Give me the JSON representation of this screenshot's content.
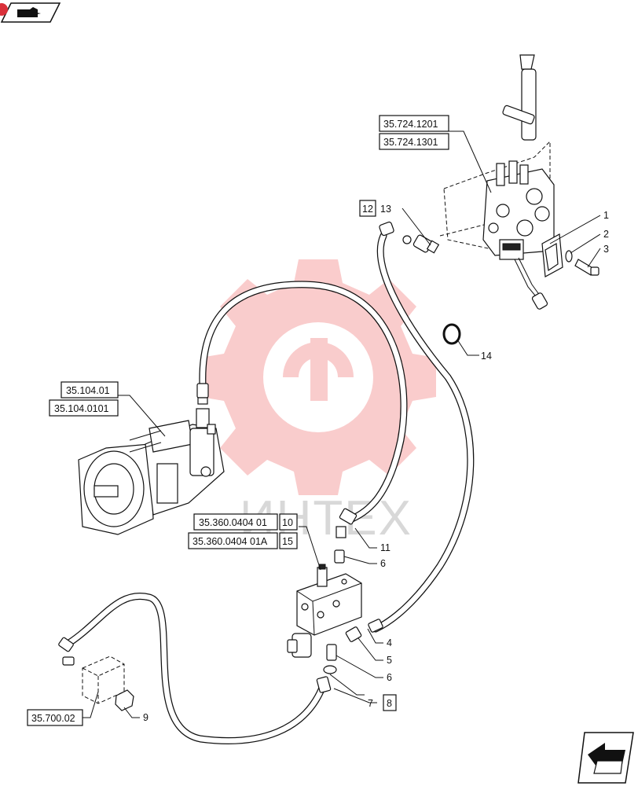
{
  "references": {
    "valve_ref_1": "35.724.1201",
    "valve_ref_2": "35.724.1301",
    "pump_ref_1": "35.104.01",
    "pump_ref_2": "35.104.0101",
    "block_ref_1": "35.360.0404 01",
    "block_ref_2": "35.360.0404 01A",
    "bracket_ref": "35.700.02"
  },
  "callouts": {
    "c1": "1",
    "c2": "2",
    "c3": "3",
    "c4": "4",
    "c5": "5",
    "c6a": "6",
    "c6b": "6",
    "c7": "7",
    "c8": "8",
    "c9": "9",
    "c10": "10",
    "c11": "11",
    "c12": "12",
    "c13": "13",
    "c14": "14",
    "c15": "15"
  },
  "watermark_text": "ИНТЕХ",
  "colors": {
    "line": "#111111",
    "watermark": "#f5b5b5",
    "watermark_text": "#d8d8d8"
  },
  "icons": {
    "top_left": "next-page-folder-icon",
    "bottom_right": "arrow-back-icon"
  }
}
